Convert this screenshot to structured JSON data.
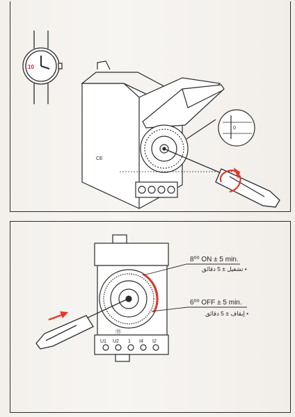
{
  "step1": {
    "watch": {
      "hour_label": "10",
      "icon": "wristwatch-icon"
    },
    "device": {
      "mark": "CE",
      "icon": "timer-switch-icon"
    }
  },
  "step2": {
    "on_label": {
      "text": "8⁰⁰ ON ± 5 min.",
      "arabic": "• تشغيل ± 5 دقائق"
    },
    "off_label": {
      "text": "6⁰⁰ OFF ± 5 min.",
      "arabic": "• إيقاف ± 5 دقائق"
    },
    "terminals": {
      "numbers": [
        "U1",
        "U2",
        "1",
        "I4",
        "I2"
      ],
      "top_mark": "⑪"
    }
  },
  "colors": {
    "accent": "#e03a2a",
    "line": "#2a2a2a"
  }
}
